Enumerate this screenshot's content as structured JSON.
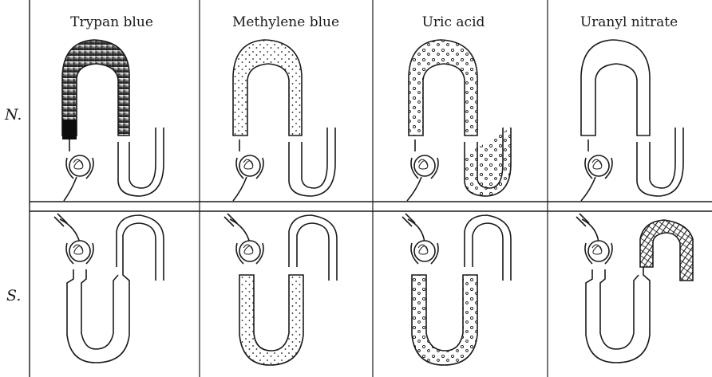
{
  "columns": [
    {
      "title": "Trypan blue",
      "n_pattern": "gradient-dark",
      "s_pattern": "none"
    },
    {
      "title": "Methylene blue",
      "n_pattern": "fine-dots",
      "s_pattern": "fine-dots"
    },
    {
      "title": "Uric acid",
      "n_pattern": "circles",
      "s_pattern": "circles"
    },
    {
      "title": "Uranyl nitrate",
      "n_pattern": "none",
      "s_pattern": "crosshatch"
    }
  ],
  "rows": {
    "top_label": "N.",
    "bottom_label": "S."
  },
  "colors": {
    "ink": "#1a1a1a",
    "paper": "#ffffff"
  }
}
